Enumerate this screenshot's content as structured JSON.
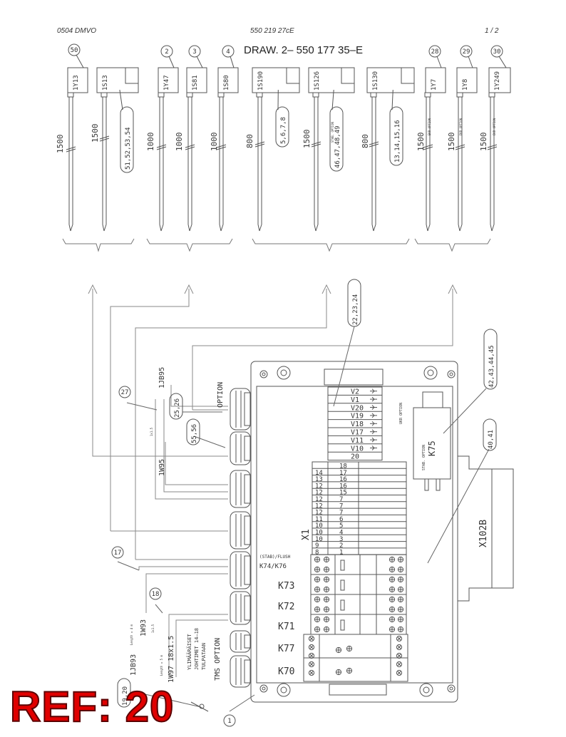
{
  "header": {
    "left": "0504 DMVO",
    "center": "550 219 27cE",
    "page": "1 /  2",
    "drawing_ref": "DRAW. 2– 550 177 35–E"
  },
  "components": [
    {
      "id": "1Y13",
      "bubble": "50",
      "length": "1500",
      "callout": ""
    },
    {
      "id": "1S13",
      "bubble": "",
      "length": "1500",
      "callout": "51,52,53,54"
    },
    {
      "id": "1Y47",
      "bubble": "2",
      "length": "1000",
      "callout": ""
    },
    {
      "id": "1S81",
      "bubble": "3",
      "length": "1000",
      "callout": ""
    },
    {
      "id": "1S80",
      "bubble": "4",
      "length": "1000",
      "callout": ""
    },
    {
      "id": "1S190",
      "bubble": "",
      "length": "800",
      "callout": "5,6,7,8"
    },
    {
      "id": "1S126",
      "bubble": "",
      "length": "1500",
      "callout": "46,47,48,49"
    },
    {
      "id": "1S130",
      "bubble": "",
      "length": "800",
      "callout": "13,14,15,16"
    },
    {
      "id": "1Y7",
      "bubble": "28",
      "length": "1500",
      "callout": ""
    },
    {
      "id": "1Y8",
      "bubble": "29",
      "length": "1500",
      "callout": ""
    },
    {
      "id": "1Y249",
      "bubble": "30",
      "length": "1500",
      "callout": ""
    }
  ],
  "small_notes": {
    "stab_option": "STAB. OPTION",
    "ekr_option": "EKR OPTION"
  },
  "callouts": {
    "c22": "22,23,24",
    "c42": "42,43,44,45",
    "c40": "40,41",
    "c27": "27",
    "c25": "25,26",
    "c55": "55,56",
    "c17": "17",
    "c18": "18",
    "c19": "19,20",
    "c1": "1"
  },
  "cables": {
    "jb95": "1JB95",
    "w95": "1W95",
    "w93": "1W93",
    "jb93": "1JB93",
    "w97": "1W97 18x1.5",
    "w93_len": "Length = 4 m",
    "w97_len": "Length = 5 m",
    "w93_note": "1x1.5",
    "jb95_note": "1x1.5",
    "note_fi_1": "YLIMÄÄRÄISET",
    "note_fi_2": "JOHTIMET 14–18",
    "note_fi_3": "TULPATAAN"
  },
  "labels": {
    "option": "OPTION",
    "tms_option": "TMS OPTION",
    "x1": "X1",
    "stab_flush": "(STAB)/FLUSH",
    "k74_k76": "K74/K76",
    "k73": "K73",
    "k72": "K72",
    "k71": "K71",
    "k77": "K77",
    "k70": "K70",
    "k75": "K75",
    "k75_note": "STAB. OPTION",
    "x102b": "X102B",
    "ukr_option": "UKR OPTION"
  },
  "terminals_upper": [
    "V2",
    "V1",
    "V20",
    "V19",
    "V18",
    "V17",
    "V11",
    "V10",
    "20"
  ],
  "terminals_lower": [
    {
      "l": "",
      "r": "18"
    },
    {
      "l": "14",
      "r": "17"
    },
    {
      "l": "13",
      "r": "16"
    },
    {
      "l": "12",
      "r": "16"
    },
    {
      "l": "12",
      "r": "15"
    },
    {
      "l": "12",
      "r": "7"
    },
    {
      "l": "12",
      "r": "7"
    },
    {
      "l": "12",
      "r": "7"
    },
    {
      "l": "11",
      "r": "6"
    },
    {
      "l": "10",
      "r": "5"
    },
    {
      "l": "10",
      "r": "4"
    },
    {
      "l": "10",
      "r": "3"
    },
    {
      "l": "9",
      "r": "2"
    },
    {
      "l": "8",
      "r": "1"
    }
  ],
  "ref_label": "REF: 20"
}
